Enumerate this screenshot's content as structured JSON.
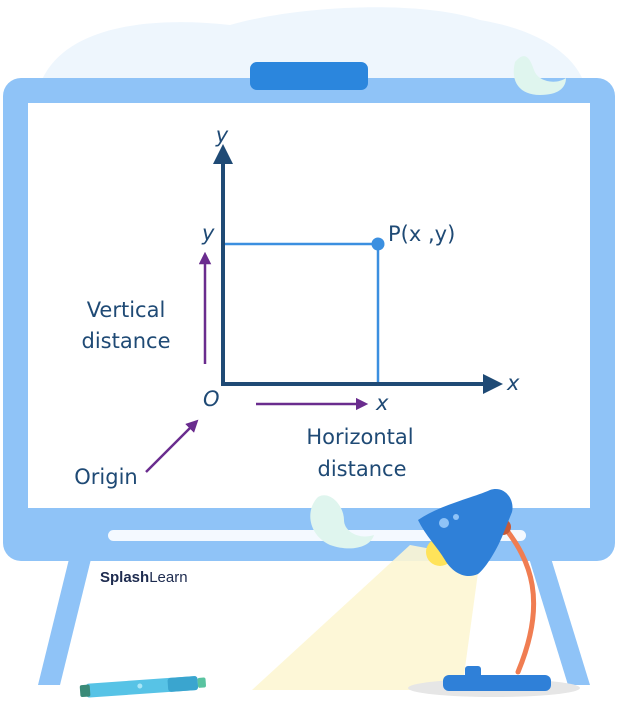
{
  "diagram": {
    "axis_x_label": "x",
    "axis_y_label": "y",
    "origin_symbol": "O",
    "point_label": "P(x ,y)",
    "y_marker": "y",
    "x_marker": "x",
    "vertical_label": [
      "Vertical",
      "distance"
    ],
    "horizontal_label": [
      "Horizontal",
      "distance"
    ],
    "origin_label": "Origin"
  },
  "brand": {
    "name_bold": "Splash",
    "name_light": "Learn"
  },
  "colors": {
    "board_frame": "#8fc3f7",
    "board_surface": "#ffffff",
    "axes": "#1f4a75",
    "guide_lines": "#3b8fe0",
    "arrows": "#6a2c8e",
    "lamp": "#2f80d8",
    "lamp_arm": "#f07d52",
    "cloud": "#eef6fd",
    "blob": "#dff5ee"
  }
}
